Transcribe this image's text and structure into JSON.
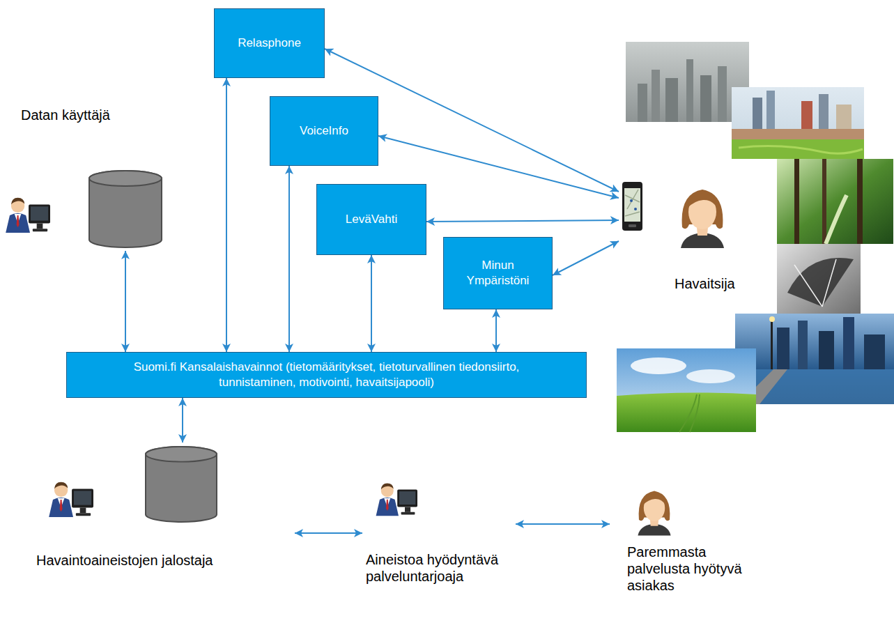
{
  "diagram": {
    "nodes": [
      {
        "text": [
          "Relasphone"
        ]
      },
      {
        "text": [
          "VoiceInfo"
        ]
      },
      {
        "text": [
          "Datan käyttäjä"
        ]
      },
      {
        "text": [
          "LeväVahti"
        ]
      },
      {
        "text": [
          "Minun Ympäristöni"
        ]
      },
      {
        "text": [
          "Havaitsija"
        ]
      },
      {
        "text": [
          "Suomi.fi Kansalaishavainnot (tietomääritykset, tietoturvallinen tiedonsiirto, tunnistaminen, motivointi, havaitsijapooli)"
        ]
      },
      {
        "text": [
          "Havaintoaineistojen jalostaja"
        ]
      },
      {
        "text": [
          "Aineistoa hyödyntävä palveluntarjoaja"
        ]
      },
      {
        "text": [
          "Paremmasta palvelusta hyötyvä asiakas"
        ]
      }
    ],
    "edges": [
      {
        "from": 0,
        "to": 5,
        "arrow": "both"
      },
      {
        "from": 1,
        "to": 5,
        "arrow": "both"
      },
      {
        "from": 2,
        "to": 6,
        "arrow": "both"
      },
      {
        "from": 0,
        "to": 6,
        "arrow": "both"
      },
      {
        "from": 1,
        "to": 6,
        "arrow": "both"
      },
      {
        "from": 3,
        "to": 5,
        "arrow": "both"
      },
      {
        "from": 3,
        "to": 6,
        "arrow": "both"
      },
      {
        "from": 4,
        "to": 5,
        "arrow": "both"
      },
      {
        "from": 4,
        "to": 6,
        "arrow": "both"
      },
      {
        "from": 6,
        "to": 7,
        "arrow": "both"
      },
      {
        "from": 7,
        "to": 8,
        "arrow": "both"
      },
      {
        "from": 8,
        "to": 9,
        "arrow": "both"
      }
    ]
  }
}
